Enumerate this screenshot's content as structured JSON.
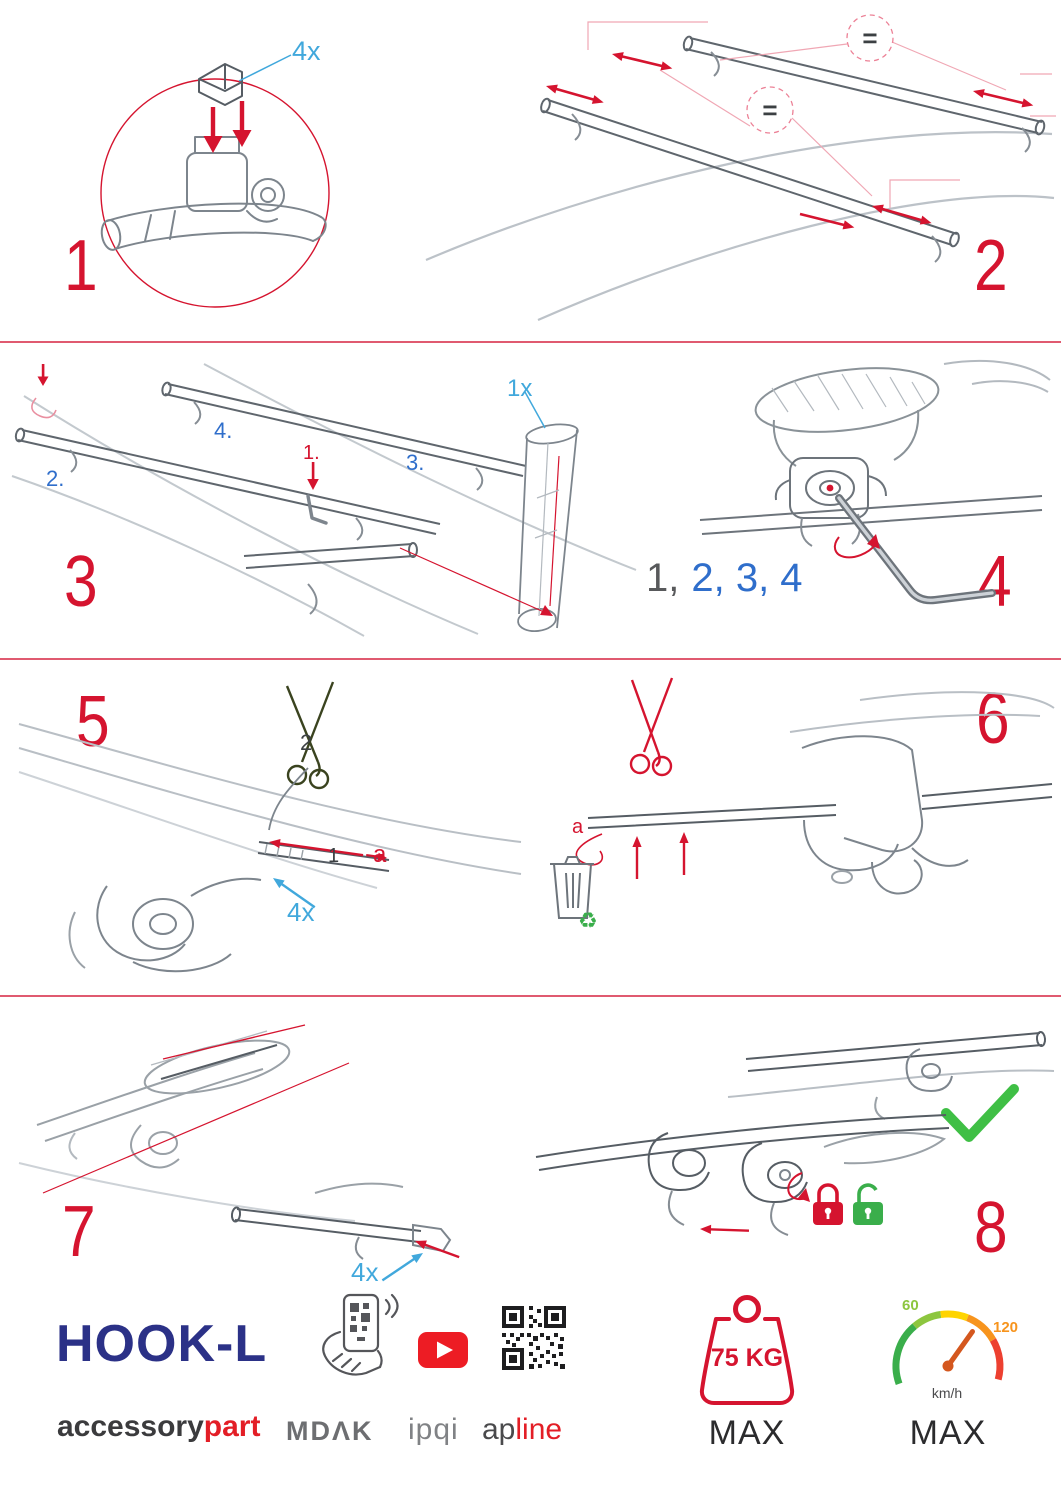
{
  "colors": {
    "accent_red": "#d5142f",
    "separator_pink": "#e05a70",
    "sky_blue": "#41a8dc",
    "royal_blue": "#2f6ecb",
    "navy": "#2b3187",
    "brand_red": "#e31e26",
    "dark_gray": "#414042",
    "mid_gray": "#6d6e71",
    "green": "#3aae4b",
    "lime": "#8dc63f",
    "orange": "#f7941d"
  },
  "steps": {
    "s1": {
      "number": "1",
      "qty": "4x"
    },
    "s2": {
      "number": "2",
      "equal_top": "=",
      "equal_mid": "="
    },
    "s3": {
      "number": "3",
      "qty": "1x",
      "order1": "1.",
      "order2": "2.",
      "order3": "3.",
      "order4": "4."
    },
    "s4": {
      "number": "4",
      "seq_first": "1,",
      "seq_rest": "2, 3, 4"
    },
    "s5": {
      "number": "5",
      "cut_step": "2",
      "pull_step": "1",
      "ref_a": "a",
      "qty": "4x"
    },
    "s6": {
      "number": "6",
      "ref_a": "a"
    },
    "s7": {
      "number": "7",
      "qty": "4x"
    },
    "s8": {
      "number": "8"
    }
  },
  "icons": {
    "recycle_glyph": "♻"
  },
  "footer": {
    "product_name": "HOOK-L",
    "brand_part1": "accessory",
    "brand_part2": "part",
    "logo_mdak": "MDΛK",
    "logo_ipqi": "ipqi",
    "logo_apline_part1": "ap",
    "logo_apline_part2": "line",
    "weight_limit": "75 KG",
    "weight_max_label": "MAX",
    "speed_min": "60",
    "speed_max_value": "120",
    "speed_unit": "km/h",
    "speed_max_label": "MAX"
  }
}
